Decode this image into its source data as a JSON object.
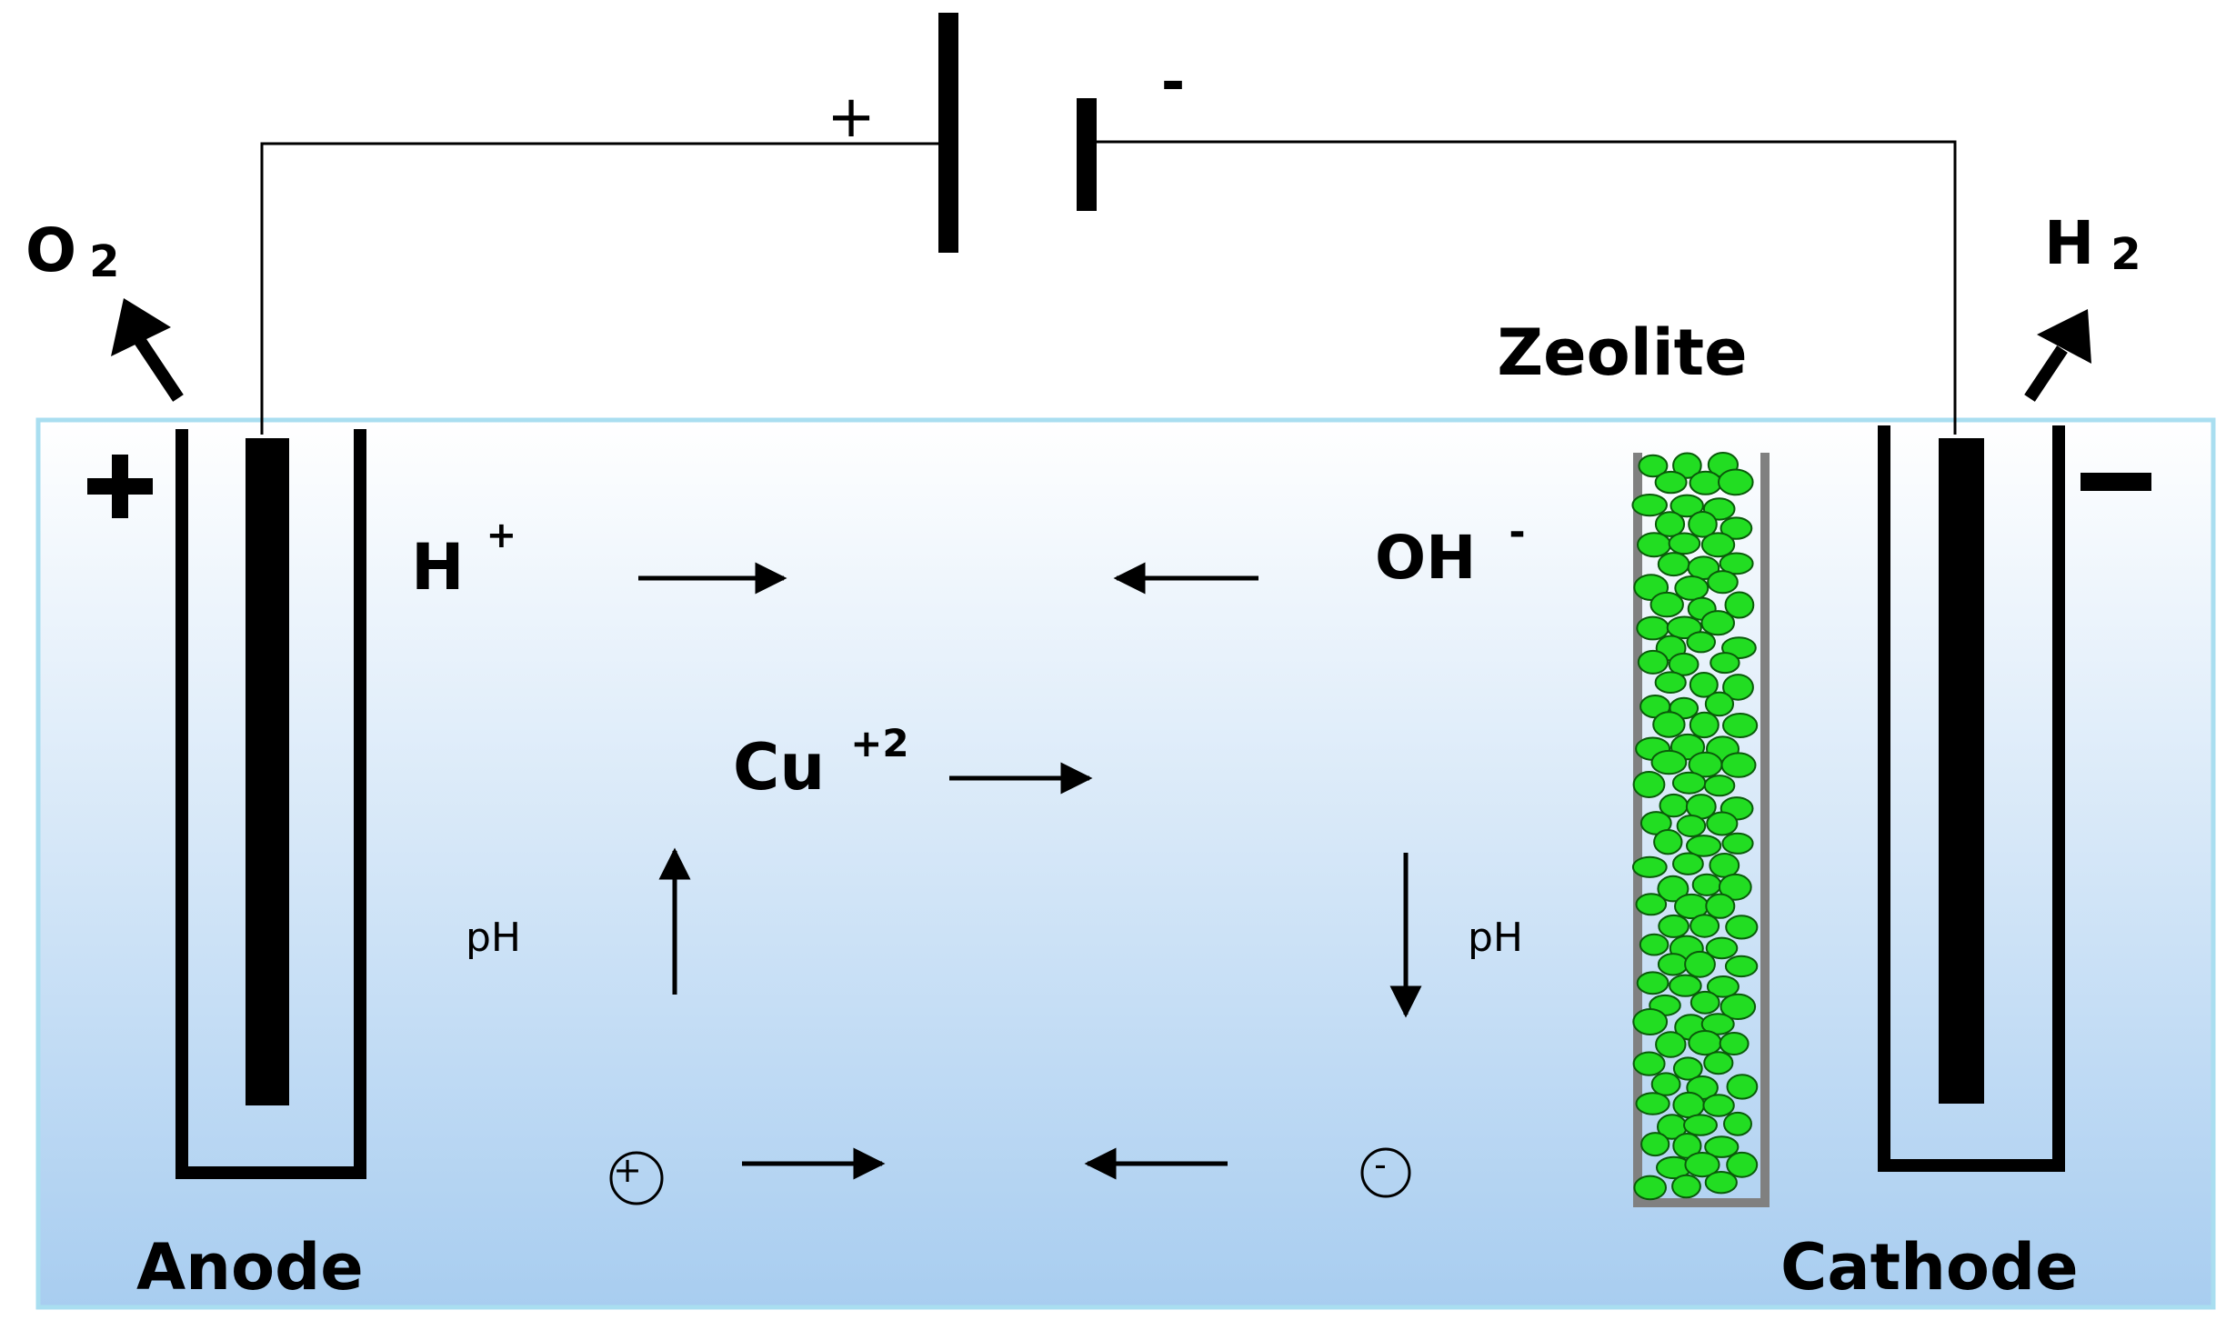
{
  "labels": {
    "battery_positive": "+",
    "battery_negative": "-",
    "anode_gas": "O",
    "anode_gas_sub": "2",
    "cathode_gas": "H",
    "cathode_gas_sub": "2",
    "zeolite": "Zeolite",
    "anode_sign": "+",
    "cathode_sign": "−",
    "h_ion": "H",
    "h_ion_charge": "+",
    "oh_ion": "OH",
    "oh_ion_charge": "-",
    "cu_ion": "Cu",
    "cu_ion_charge": "+2",
    "ph_left": "pH",
    "ph_right": "pH",
    "positive_charge_symbol": "+",
    "negative_charge_symbol": "-",
    "anode": "Anode",
    "cathode": "Cathode"
  },
  "colors": {
    "tank_fill_top": "#ffffff",
    "tank_fill_bottom": "#a8cdf0",
    "tank_border": "#a9def0",
    "electrode": "#000000",
    "wire": "#000000",
    "zeolite_bead": "#22dd22",
    "zeolite_bead_outline": "#0a5a0a",
    "zeolite_column": "#808080"
  },
  "icons": {
    "flow_arrow": "arrow-icon",
    "gas_release_arrow": "thick-arrow-icon",
    "battery": "battery-icon",
    "zeolite_bead": "bead-icon"
  }
}
